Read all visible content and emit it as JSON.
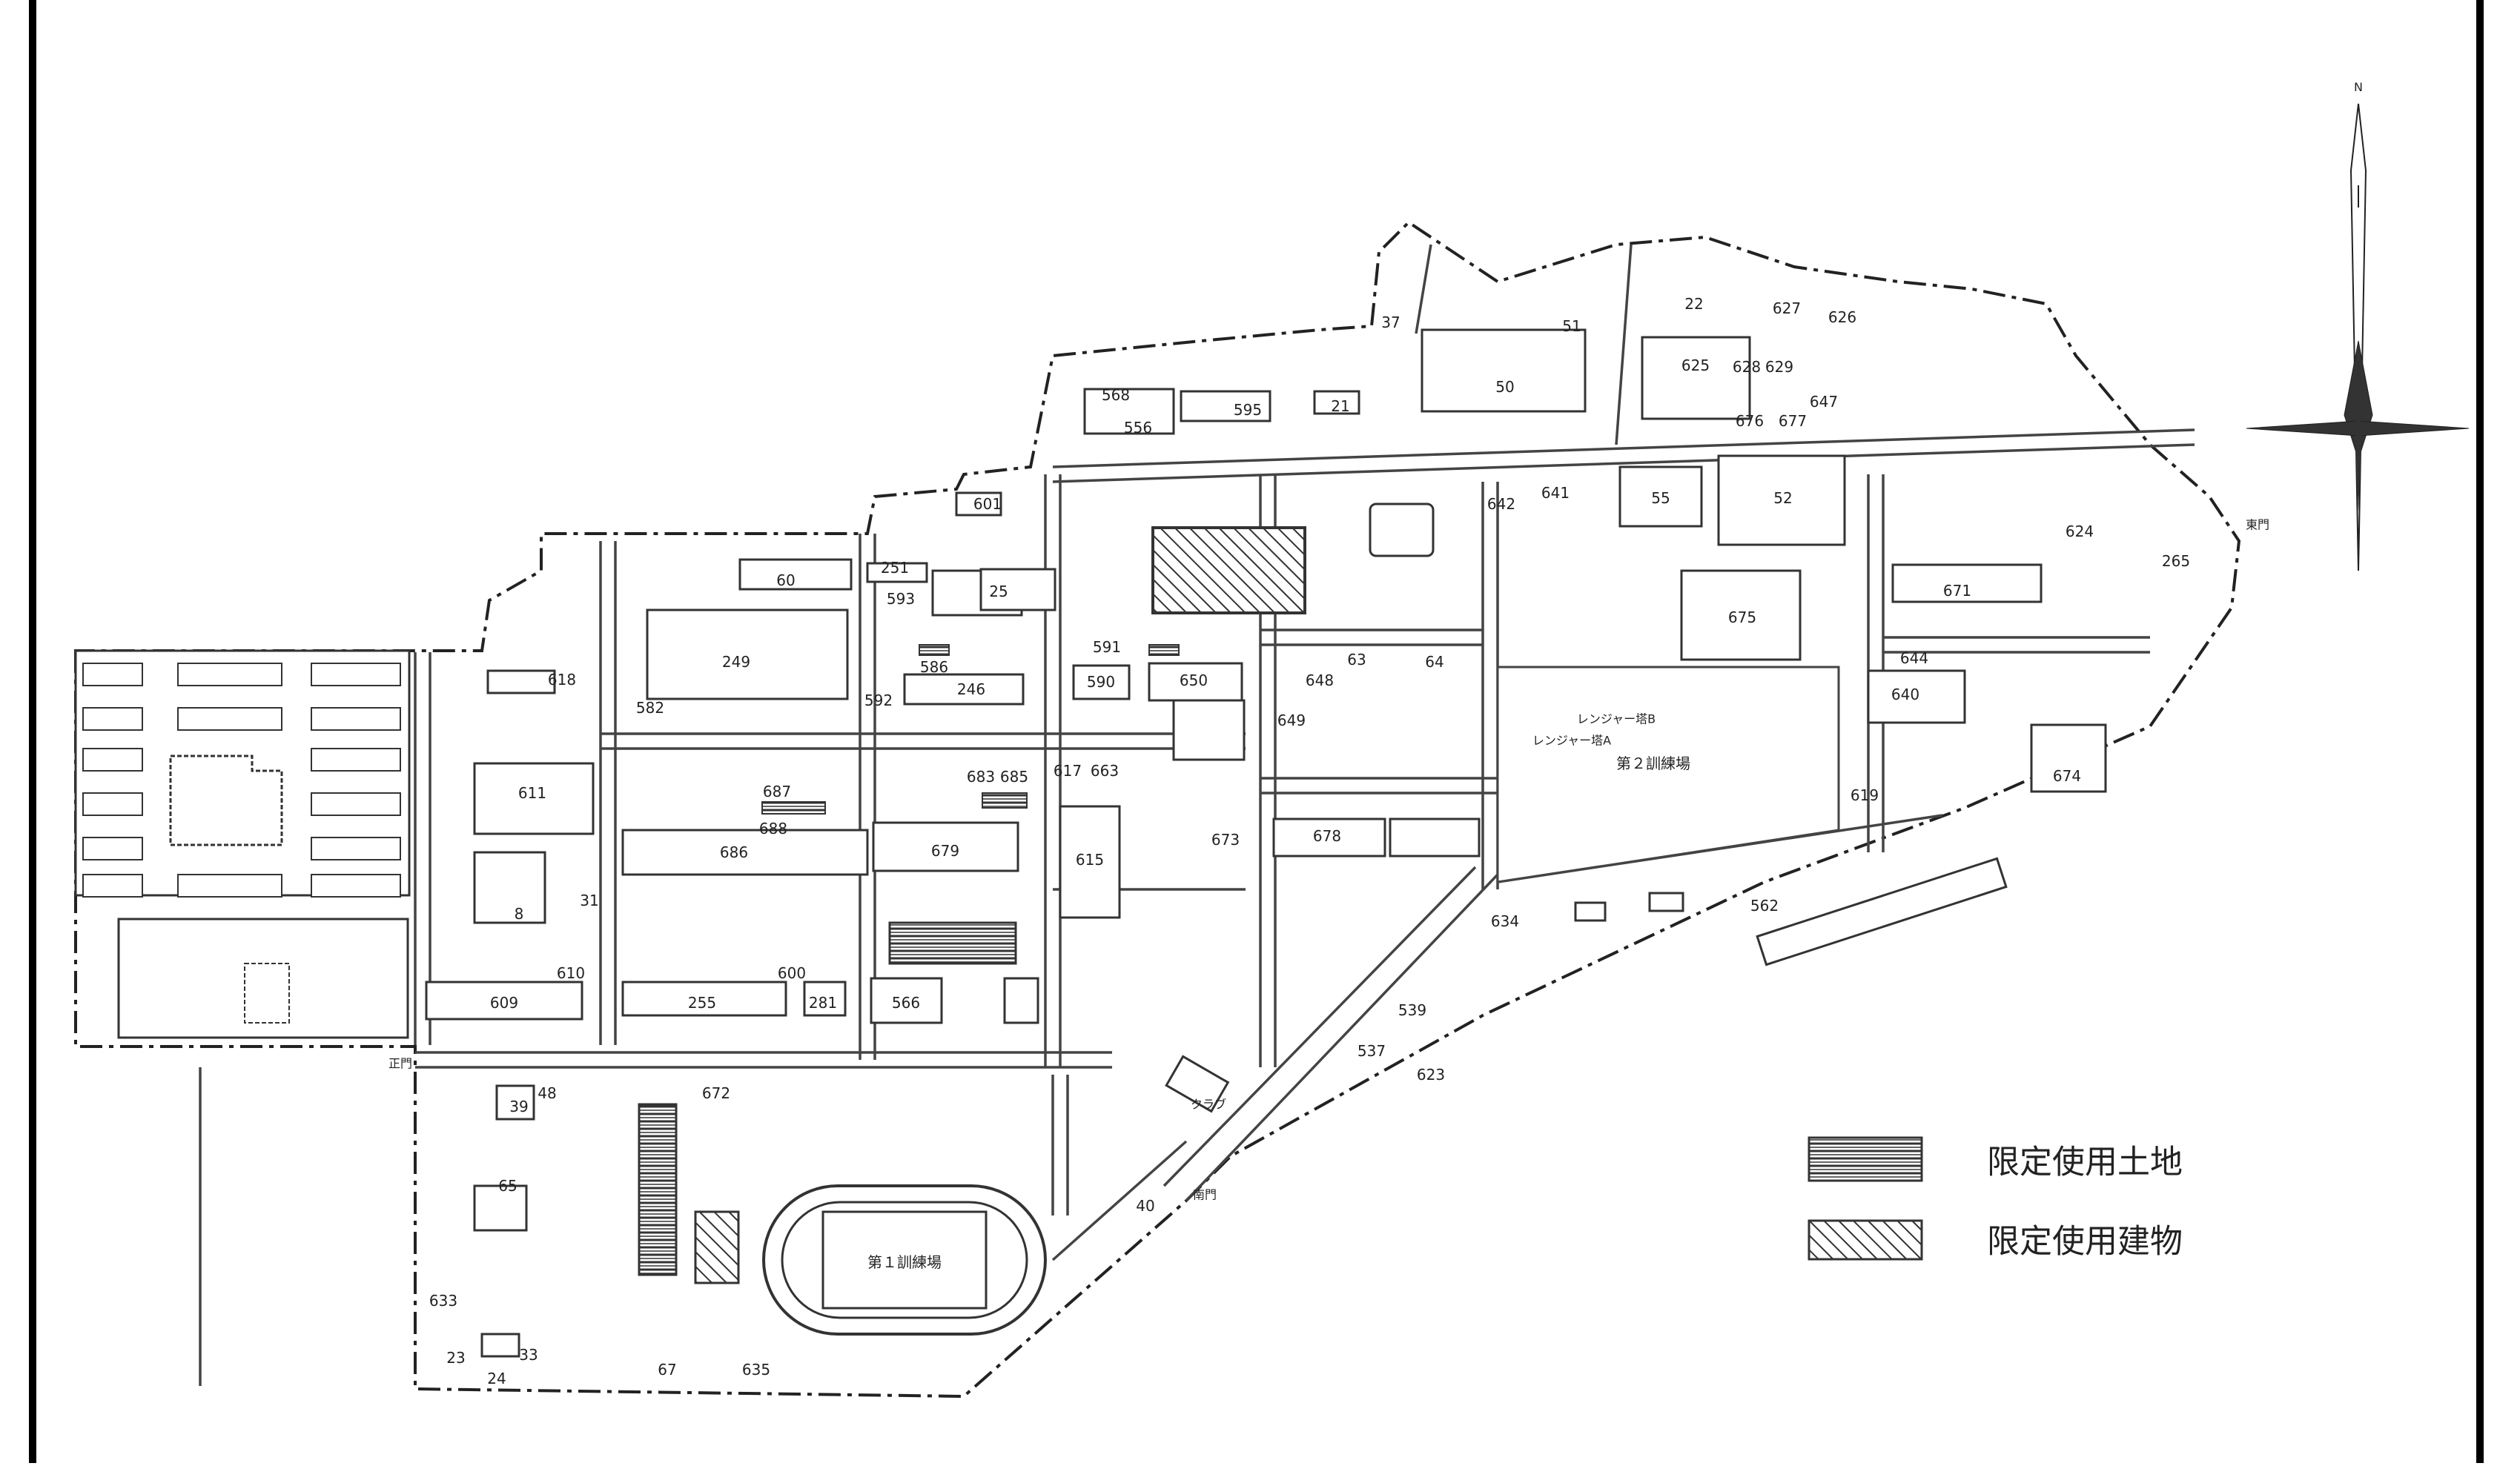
{
  "map": {
    "title": "",
    "compass_label": "N",
    "legend": [
      {
        "id": "restricted-land",
        "label": "限定使用土地",
        "pattern": "horizontal-stripes"
      },
      {
        "id": "restricted-building",
        "label": "限定使用建物",
        "pattern": "diagonal-hatch"
      }
    ],
    "places": {
      "training_ground_1": "第１訓練場",
      "training_ground_2": "第２訓練場",
      "range_tower_a": "レンジャー塔A",
      "range_tower_b": "レンジャー塔B",
      "club": "クラブ",
      "main_gate": "正門",
      "south_gate": "南門",
      "east_gate": "東門"
    },
    "buildings": [
      "8",
      "21",
      "22",
      "23",
      "24",
      "25",
      "31",
      "33",
      "37",
      "39",
      "40",
      "48",
      "50",
      "51",
      "52",
      "55",
      "60",
      "63",
      "64",
      "65",
      "67",
      "246",
      "249",
      "251",
      "255",
      "265",
      "281",
      "537",
      "539",
      "556",
      "562",
      "566",
      "568",
      "590",
      "593",
      "595",
      "601",
      "609",
      "611",
      "615",
      "618",
      "623",
      "624",
      "625",
      "628",
      "629",
      "634",
      "635",
      "640",
      "641",
      "642",
      "644",
      "648",
      "649",
      "650",
      "671",
      "673",
      "674",
      "675",
      "678",
      "679",
      "683",
      "685",
      "686",
      "687",
      "688",
      "619",
      "633",
      "672",
      "617",
      "663",
      "610",
      "600",
      "647",
      "677",
      "676",
      "626",
      "627",
      "591",
      "592",
      "586",
      "582"
    ],
    "colors": {
      "line": "#333333",
      "frame": "#000000",
      "background": "#ffffff"
    }
  }
}
